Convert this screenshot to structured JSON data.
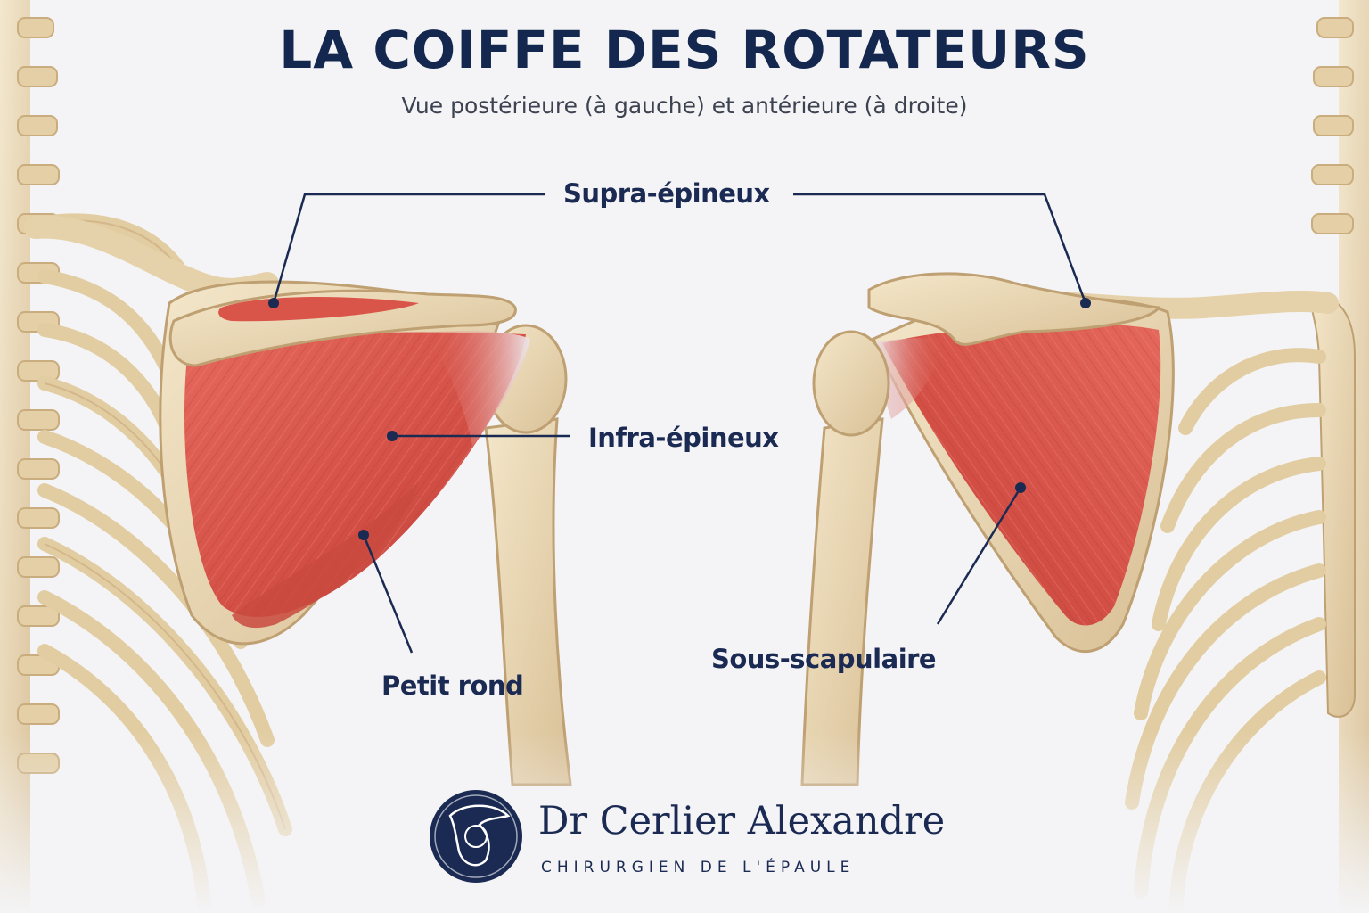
{
  "header": {
    "title": "LA COIFFE DES ROTATEURS",
    "subtitle": "Vue postérieure (à gauche) et antérieure (à droite)"
  },
  "labels": {
    "supraspinatus": "Supra-épineux",
    "infraspinatus": "Infra-épineux",
    "teres_minor": "Petit rond",
    "subscapularis": "Sous-scapulaire"
  },
  "branding": {
    "name": "Dr Cerlier Alexandre",
    "tagline": "CHIRURGIEN DE L'ÉPAULE",
    "logo_icon": "shoulder-logo-icon"
  },
  "colors": {
    "navy": "#14274e",
    "muscle": "#d9554a",
    "bone": "#e9d7b4",
    "tendon": "#e8dde2"
  }
}
